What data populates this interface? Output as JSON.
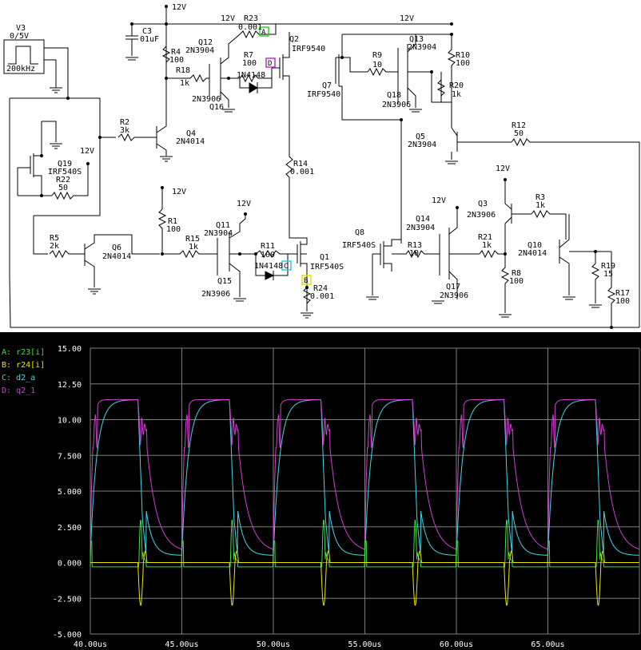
{
  "schematic": {
    "labels": {
      "v3": "V3",
      "v3_range": "0/5V",
      "v3_freq": "200kHz",
      "top_12v": "12V",
      "top_12v_b": "12V",
      "top_12v_c": "12V",
      "r23": "R23",
      "r23_val": "0.001",
      "c3": "C3",
      "c3_val": "01uF",
      "q12": "Q12",
      "q12_type": "2N3904",
      "q2": "Q2",
      "q2_type": "IRF9540",
      "r4": "R4",
      "r4_val": "100",
      "r7": "R7",
      "r7_val": "100",
      "d2": "1N4148",
      "r18": "R18",
      "r18_val": "1k",
      "q16_type": "2N3906",
      "q16": "Q16",
      "r2": "R2",
      "r2_val": "3k",
      "q4": "Q4",
      "q4_type": "2N4014",
      "q19": "Q19",
      "q19_type": "IRF540S",
      "r22": "R22",
      "r22_val": "50",
      "left_12v": "12V",
      "r14": "R14",
      "r14_val": "0.001",
      "r9": "R9",
      "r9_val": "10",
      "q13": "Q13",
      "q13_type": "2N3904",
      "r10": "R10",
      "r10_val": "100",
      "r20": "R20",
      "r20_val": "1k",
      "q7": "Q7",
      "q7_type": "IRF9540",
      "q18": "Q18",
      "q18_type": "2N3906",
      "q5": "Q5",
      "q5_type": "2N3904",
      "r12": "R12",
      "r12_val": "50",
      "mid_12v": "12V",
      "r1": "R1",
      "r1_val": "100",
      "q11": "Q11",
      "q11_type": "2N3904",
      "r15": "R15",
      "r15_val": "1k",
      "r5": "R5",
      "r5_val": "2k",
      "q6": "Q6",
      "q6_type": "2N4014",
      "q15": "Q15",
      "q15_type": "2N3906",
      "r11": "R11",
      "r11_val": "100",
      "d1": "1N4148",
      "q1": "Q1",
      "q1_type": "IRF540S",
      "r24": "R24",
      "r24_val": "0.001",
      "q1_12v": "12V",
      "q8": "Q8",
      "q8_type": "IRF540S",
      "q14": "Q14",
      "q14_type": "2N3904",
      "q14_12v": "12V",
      "r13": "R13",
      "r13_val": "10",
      "r21": "R21",
      "r21_val": "1k",
      "q17": "Q17",
      "q17_type": "2N3906",
      "r8": "R8",
      "r8_val": "100",
      "q3": "Q3",
      "q3_type": "2N3906",
      "q3_12v": "12V",
      "r3": "R3",
      "r3_val": "1k",
      "q10": "Q10",
      "q10_type": "2N4014",
      "r19": "R19",
      "r19_val": "15",
      "r17": "R17",
      "r17_val": "100"
    },
    "probes": {
      "a": "A",
      "b": "B",
      "c": "C",
      "d": "D"
    },
    "colors": {
      "probe_a": "#2fd12f",
      "probe_b": "#e0e000",
      "probe_c": "#30c8e8",
      "probe_d": "#c030c0"
    }
  },
  "scope": {
    "legend": [
      {
        "text": "A: r23[i]",
        "color": "#3ee03e"
      },
      {
        "text": "B: r24[i]",
        "color": "#e8e800"
      },
      {
        "text": "C: d2_a",
        "color": "#40d8e8"
      },
      {
        "text": "D: q2_1",
        "color": "#d040d0"
      }
    ],
    "background": "#000000",
    "grid_color": "#808080"
  },
  "chart_data": {
    "type": "line",
    "xlim": [
      40,
      70
    ],
    "ylim": [
      -5,
      15
    ],
    "x_tick_labels": [
      "40.00us",
      "45.00us",
      "50.00us",
      "55.00us",
      "60.00us",
      "65.00us"
    ],
    "y_tick_labels": [
      "15.00",
      "12.50",
      "10.00",
      "7.500",
      "5.000",
      "2.500",
      "0.000",
      "-2.500",
      "-5.000"
    ],
    "period_us": 5,
    "series": [
      {
        "name": "A: r23[i]",
        "color": "#3ee03e",
        "baseline": -0.3,
        "spike_peak": 3.0,
        "spike_time_offset_us": 0.35
      },
      {
        "name": "B: r24[i]",
        "color": "#e8e800",
        "baseline": 0.0,
        "spike_min": -3.0,
        "spike_time_offset_us": 0.2
      },
      {
        "name": "C: d2_a",
        "color": "#40d8e8",
        "low": 0.5,
        "high": 11.4,
        "rise_start_offset_us": 0.4
      },
      {
        "name": "D: q2_1",
        "color": "#d040d0",
        "low": 0.7,
        "high": 11.4,
        "fall_start_offset_us": 0.3
      }
    ]
  }
}
